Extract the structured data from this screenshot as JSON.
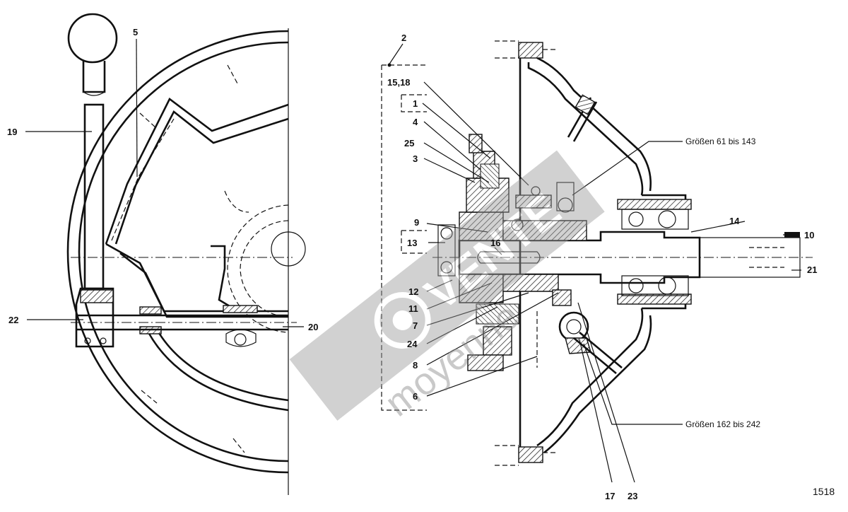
{
  "diagram": {
    "labels": {
      "l2": "2",
      "l5": "5",
      "l19": "19",
      "l22": "22",
      "l20": "20",
      "l15_18": "15,18",
      "l1": "1",
      "l4": "4",
      "l25": "25",
      "l3": "3",
      "l9": "9",
      "l13": "13",
      "l16": "16",
      "l12": "12",
      "l11": "11",
      "l7": "7",
      "l24": "24",
      "l8": "8",
      "l6": "6",
      "l14": "14",
      "l10": "10",
      "l21": "21",
      "l17": "17",
      "l23": "23"
    },
    "notes": {
      "size_range_small": "Größen 61 bis 143",
      "size_range_large": "Größen 162 bis 242"
    },
    "figure_number": "1518",
    "watermark": {
      "brand": "VENTE",
      "sub": "moyenne"
    }
  }
}
